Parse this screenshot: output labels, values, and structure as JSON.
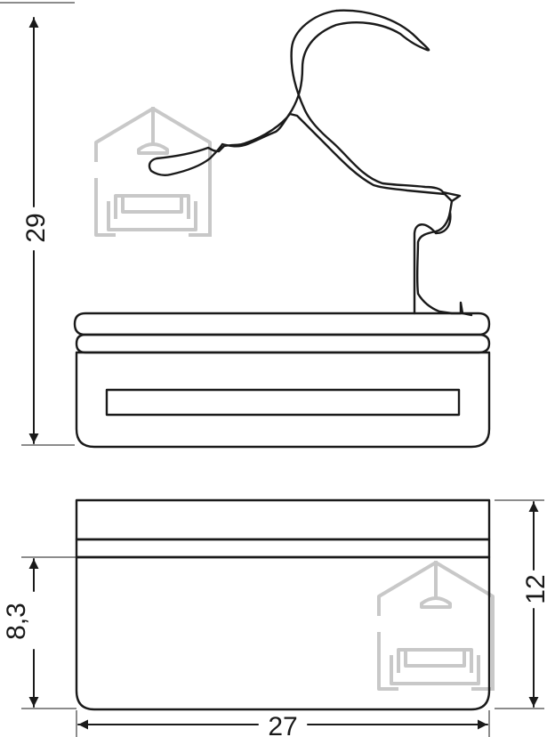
{
  "dimensions": {
    "total_height": "29",
    "base_height": "8,3",
    "side_height": "12",
    "width": "27"
  },
  "colors": {
    "line": "#1a1a1a",
    "watermark": "#c8c8c8"
  },
  "icons": [
    "house-lamp-sofa-watermark-icon",
    "arrow-head-icon"
  ]
}
